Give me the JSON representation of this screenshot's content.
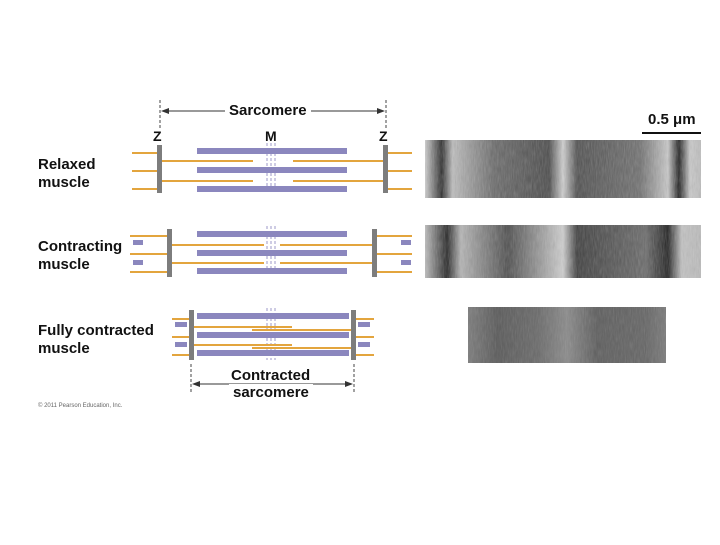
{
  "title": "Sarcomere",
  "z_label_left": "Z",
  "m_label": "M",
  "z_label_right": "Z",
  "scale_bar_label": "0.5 μm",
  "rows": [
    {
      "label_line1": "Relaxed",
      "label_line2": "muscle"
    },
    {
      "label_line1": "Contracting",
      "label_line2": "muscle"
    },
    {
      "label_line1": "Fully contracted",
      "label_line2": "muscle"
    }
  ],
  "contracted_label_line1": "Contracted",
  "contracted_label_line2": "sarcomere",
  "copyright": "© 2011 Pearson Education, Inc.",
  "colors": {
    "thick_filament": "#8b87be",
    "thin_filament": "#e3a53e",
    "z_disc": "#7d7d7d",
    "micrograph_light": "#d9d9d9",
    "micrograph_dark": "#202020"
  }
}
